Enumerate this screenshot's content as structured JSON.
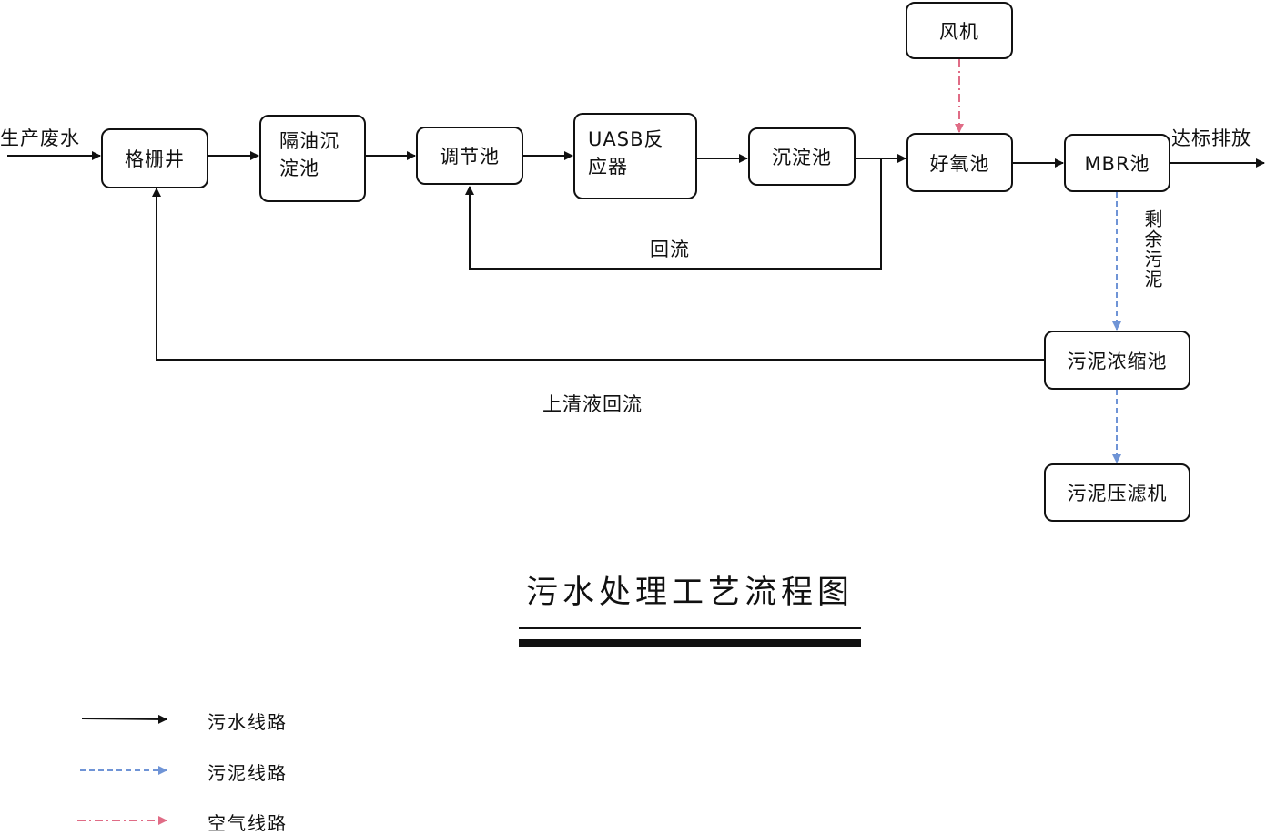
{
  "diagram": {
    "title": "污水处理工艺流程图",
    "nodes": {
      "fengji": "风机",
      "geshanjing": "格栅井",
      "geyou": "隔油沉淀池",
      "tiaojie": "调节池",
      "uasb": "UASB反应器",
      "chendian": "沉淀池",
      "haoyang": "好氧池",
      "mbr": "MBR池",
      "nongsuo": "污泥浓缩池",
      "yalv": "污泥压滤机"
    },
    "labels": {
      "input": "生产废水",
      "output": "达标排放",
      "reflux": "回流",
      "excess_sludge": "剩余污泥",
      "supernatant_reflux": "上清液回流"
    },
    "legend": {
      "sewage": "污水线路",
      "sludge": "污泥线路",
      "air": "空气线路"
    },
    "colors": {
      "sewage_line": "#111111",
      "sludge_line": "#6f94d6",
      "air_line": "#e06c86"
    }
  }
}
